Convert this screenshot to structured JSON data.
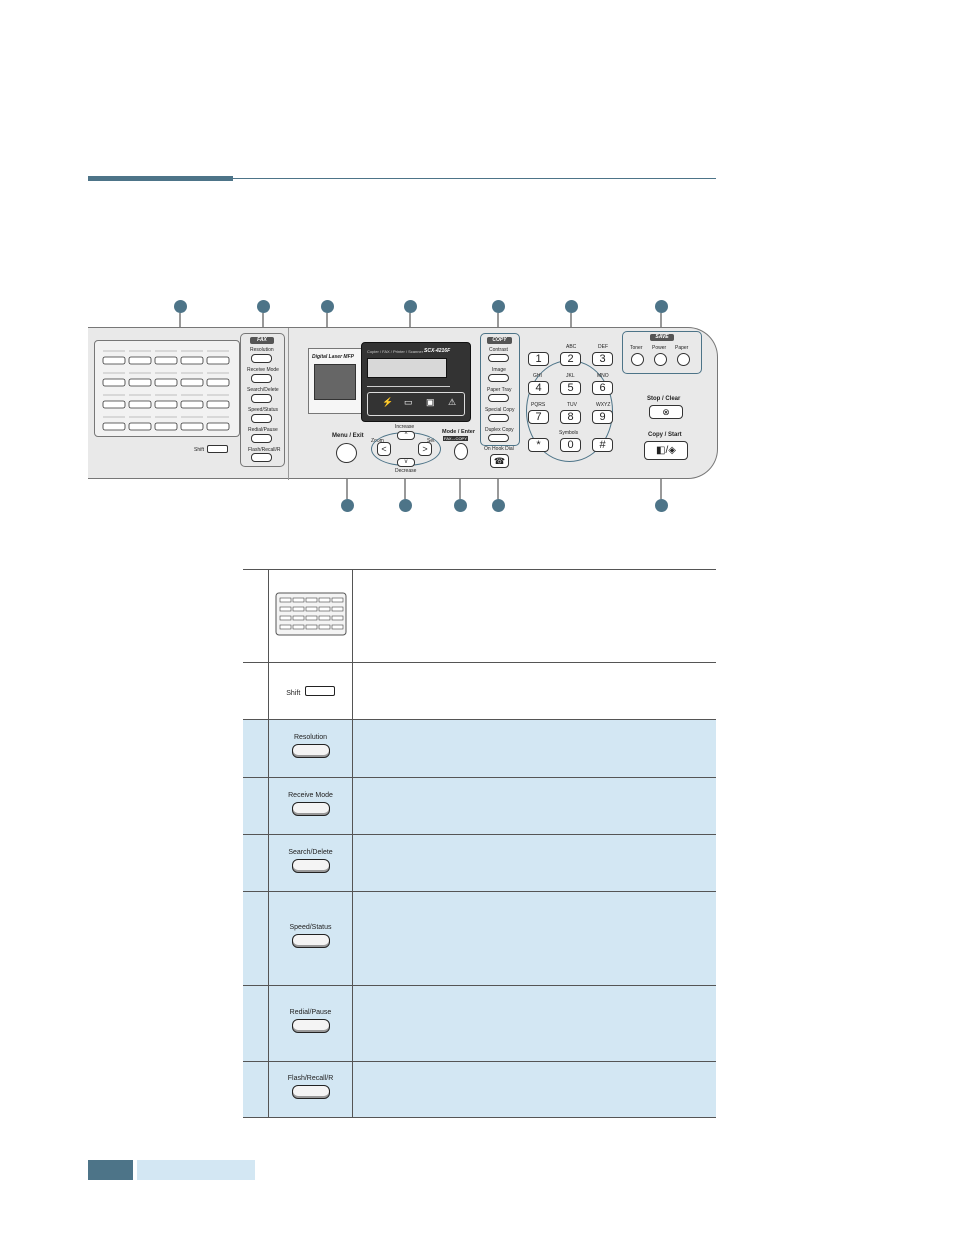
{
  "panel": {
    "fax_header": "FAX",
    "fax_buttons": [
      "Resolution",
      "Receive Mode",
      "Search/Delete",
      "Speed/Status",
      "Redial/Pause",
      "Flash/Recall/R"
    ],
    "shift_label": "Shift",
    "copy_header": "COPY",
    "copy_buttons": [
      "Contrast",
      "Image",
      "Paper Tray",
      "Special Copy",
      "Duplex Copy"
    ],
    "on_hook_label": "On Hook Dial",
    "save_header": "SAVE",
    "save_buttons": [
      "Toner",
      "Power",
      "Paper"
    ],
    "stop_clear_label": "Stop / Clear",
    "copy_start_label": "Copy / Start",
    "menu_exit_label": "Menu / Exit",
    "mode_enter_label": "Mode / Enter",
    "mode_sub_label": "FAX↔COPY",
    "increase_label": "Increase",
    "decrease_label": "Decrease",
    "zoom_label": "Zoom",
    "set_label": "Set",
    "device_label": "Digital Laser MFP",
    "lcd_title": "Copier / FAX / Printer / Scanner",
    "brand": "SCX-4216F",
    "keypad": [
      {
        "d": "1",
        "l": ""
      },
      {
        "d": "2",
        "l": "ABC"
      },
      {
        "d": "3",
        "l": "DEF"
      },
      {
        "d": "4",
        "l": "GHI"
      },
      {
        "d": "5",
        "l": "JKL"
      },
      {
        "d": "6",
        "l": "MNO"
      },
      {
        "d": "7",
        "l": "PQRS"
      },
      {
        "d": "8",
        "l": "TUV"
      },
      {
        "d": "9",
        "l": "WXYZ"
      },
      {
        "d": "*",
        "l": ""
      },
      {
        "d": "0",
        "l": "Symbols"
      },
      {
        "d": "#",
        "l": ""
      }
    ]
  },
  "table": {
    "shift_label": "Shift",
    "fax_keys": [
      "Resolution",
      "Receive Mode",
      "Search/Delete",
      "Speed/Status",
      "Redial/Pause",
      "Flash/Recall/R"
    ]
  },
  "colors": {
    "accent": "#4d7488",
    "row_highlight": "#d3e7f3"
  }
}
